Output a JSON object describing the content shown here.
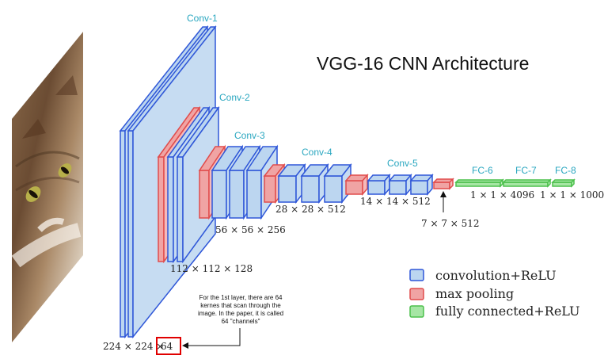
{
  "title": "VGG-16 CNN Architecture",
  "input_image": {
    "alt": "cat photo",
    "icon": "cat-image"
  },
  "colors": {
    "conv_fill": "#bcd6f0",
    "conv_stroke": "#2f57d8",
    "pool_fill": "#f0a4a4",
    "pool_stroke": "#e04c4c",
    "fc_fill": "#a6e6a4",
    "fc_stroke": "#4cc04c",
    "stage_label": "#2aa7c0",
    "annotation_box": "#e00000"
  },
  "stages": {
    "conv1": "Conv-1",
    "conv2": "Conv-2",
    "conv3": "Conv-3",
    "conv4": "Conv-4",
    "conv5": "Conv-5",
    "fc6": "FC-6",
    "fc7": "FC-7",
    "fc8": "FC-8"
  },
  "dims": {
    "d224_prefix": "224 × 224 ×",
    "d224_channels": "64",
    "d112": "112 × 112 × 128",
    "d56": "56 × 56 × 256",
    "d28": "28 × 28 × 512",
    "d14": "14 × 14 × 512",
    "d7": "7 × 7 × 512",
    "fc4096": "1 × 1 × 4096",
    "fc1000": "1 × 1 × 1000"
  },
  "annotation": {
    "lines": [
      "For the 1st layer, there are 64",
      "kernes that scan through the",
      "image. In the paper, it is called",
      "64 \"channels\""
    ]
  },
  "legend": [
    {
      "label": "convolution+ReLU",
      "kind": "conv"
    },
    {
      "label": "max pooling",
      "kind": "pool"
    },
    {
      "label": "fully connected+ReLU",
      "kind": "fc"
    }
  ]
}
